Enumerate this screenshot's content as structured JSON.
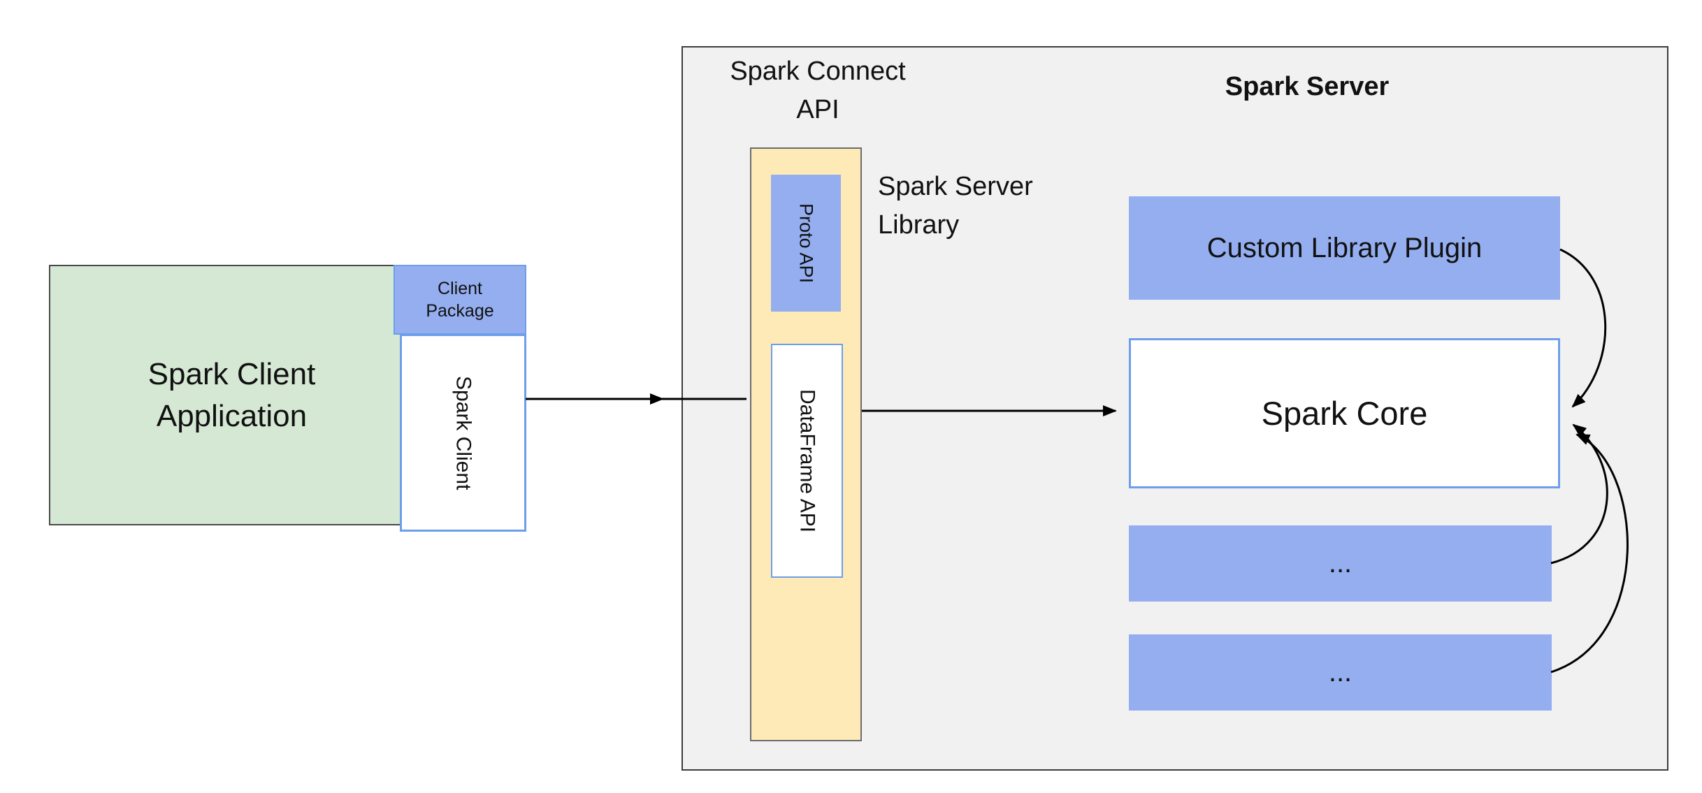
{
  "diagram": {
    "client": {
      "app_label": "Spark Client\nApplication",
      "package_label": "Client\nPackage",
      "spark_client_label": "Spark Client"
    },
    "connect_api": {
      "label": "Spark Connect\nAPI",
      "proto_api_label": "Proto API",
      "dataframe_api_label": "DataFrame API",
      "library_label": "Spark Server\nLibrary"
    },
    "server": {
      "title": "Spark Server",
      "custom_plugin_label": "Custom Library Plugin",
      "spark_core_label": "Spark Core",
      "ellipsis_1_label": "...",
      "ellipsis_2_label": "..."
    },
    "colors": {
      "client_app_fill": "#d5e8d4",
      "blue_fill": "#94aef0",
      "blue_border": "#6d9eeb",
      "connect_api_fill": "#fdeab7",
      "server_fill": "#f1f1f2",
      "arrow": "#000000",
      "text": "#111111"
    }
  }
}
